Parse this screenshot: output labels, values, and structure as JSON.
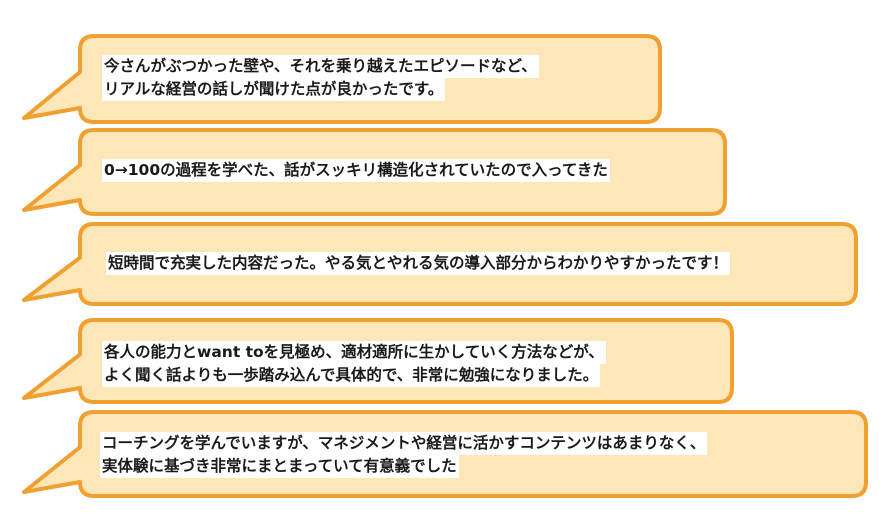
{
  "colors": {
    "bubble_fill": "#FDE7B8",
    "bubble_border": "#F0A030",
    "text": "#1A1A1A"
  },
  "comments": [
    {
      "line1": "今さんがぶつかった壁や、それを乗り越えたエピソードなど、",
      "line2": "リアルな経営の話しが聞けた点が良かったです。"
    },
    {
      "line1": "0→100の過程を学べた、話がスッキリ構造化されていたので入ってきた",
      "line2": ""
    },
    {
      "line1": "短時間で充実した内容だった。やる気とやれる気の導入部分からわかりやすかったです！",
      "line2": ""
    },
    {
      "line1": "各人の能力とwant toを見極め、適材適所に生かしていく方法などが、",
      "line2": "よく聞く話よりも一歩踏み込んで具体的で、非常に勉強になりました。"
    },
    {
      "line1": "コーチングを学んでいますが、マネジメントや経営に活かすコンテンツはあまりなく、",
      "line2": "実体験に基づき非常にまとまっていて有意義でした"
    }
  ]
}
